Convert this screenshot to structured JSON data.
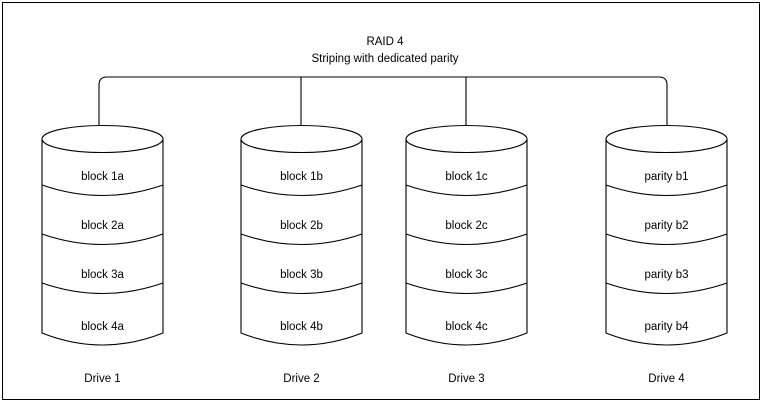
{
  "diagram": {
    "title": "RAID 4",
    "subtitle": "Striping with dedicated parity",
    "border_color": "#000000",
    "background_color": "#ffffff",
    "line_color": "#000000",
    "text_color": "#000000",
    "drives": [
      {
        "label": "Drive 1",
        "blocks": [
          "block 1a",
          "block 2a",
          "block 3a",
          "block 4a"
        ]
      },
      {
        "label": "Drive 2",
        "blocks": [
          "block 1b",
          "block 2b",
          "block 3b",
          "block 4b"
        ]
      },
      {
        "label": "Drive 3",
        "blocks": [
          "block 1c",
          "block 2c",
          "block 3c",
          "block 4c"
        ]
      },
      {
        "label": "Drive 4",
        "blocks": [
          "parity b1",
          "parity b2",
          "parity b3",
          "parity b4"
        ]
      }
    ]
  }
}
